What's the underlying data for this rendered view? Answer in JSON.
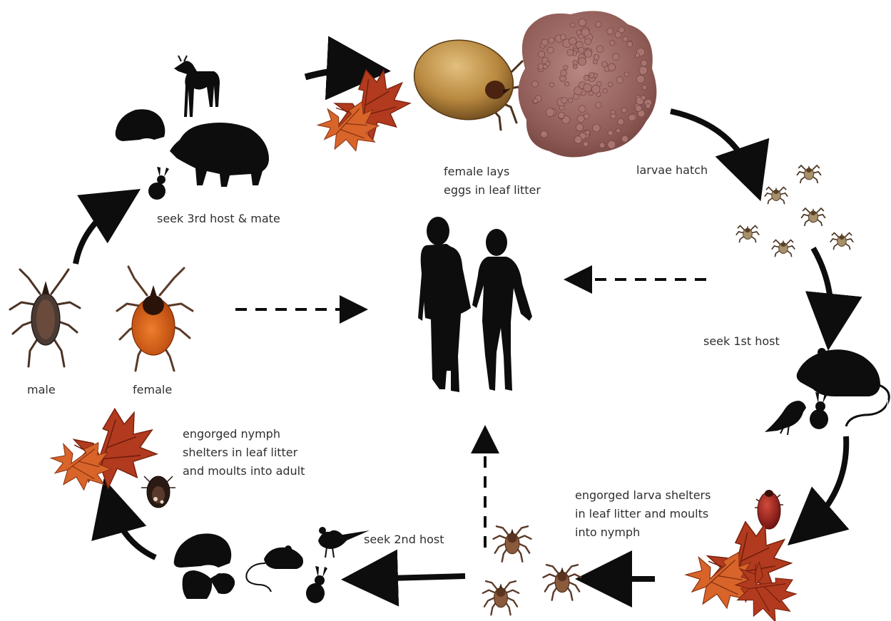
{
  "labels": {
    "female_lays": [
      "female lays",
      "eggs in leaf litter"
    ],
    "larvae_hatch": "larvae hatch",
    "seek_third_host": "seek 3rd host & mate",
    "seek_first_host": "seek 1st host",
    "male": "male",
    "female": "female",
    "engorged_nymph": [
      "engorged nymph",
      "shelters in leaf litter",
      "and moults into adult"
    ],
    "engorged_larva": [
      "engorged larva shelters",
      "in leaf litter and moults",
      "into nymph"
    ],
    "seek_second_host": "seek 2nd host"
  },
  "colors": {
    "silhouette": "#0d0d0d",
    "text": "#2f2f2f",
    "leaf_red": "#b23a1e",
    "leaf_orange": "#d8642a",
    "egg_mass": "#8e5a55",
    "tick_brown": "#6b4530",
    "engorged_female_body": "#b8883f",
    "female_tick_scutum": "#d25a14",
    "engorged_larva_red": "#8c1a18"
  },
  "icons": [
    "deer-silhouette-icon",
    "hedgehog-silhouette-icon",
    "boar-silhouette-icon",
    "rabbit-silhouette-icon",
    "engorged-female-tick-icon",
    "egg-mass-icon",
    "leaf-litter-icon",
    "larva-tick-icon",
    "rat-silhouette-icon",
    "bird-silhouette-icon",
    "nymph-tick-icon",
    "mouse-silhouette-icon",
    "squirrel-silhouette-icon",
    "pheasant-silhouette-icon",
    "male-tick-icon",
    "female-tick-icon",
    "human-couple-silhouette-icon"
  ]
}
